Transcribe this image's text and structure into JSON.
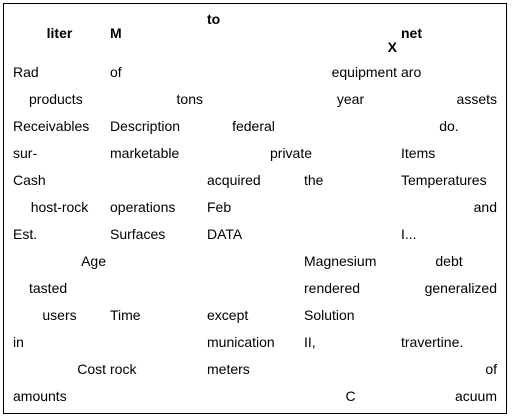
{
  "table": {
    "headers": [
      "liter",
      "M",
      "to",
      "X",
      "net"
    ],
    "rows": [
      [
        "Rad",
        "of",
        "",
        "equipment",
        "aro"
      ],
      [
        "products",
        "tons",
        "",
        "year",
        "assets"
      ],
      [
        "Receivables",
        "Description",
        "federal",
        "",
        "do."
      ],
      [
        "sur-",
        "marketable",
        "",
        "private",
        "Items"
      ],
      [
        "Cash",
        "",
        "acquired",
        "the",
        "Temperatures"
      ],
      [
        "host-rock",
        "operations",
        "Feb",
        "",
        "and"
      ],
      [
        "Est.",
        "Surfaces",
        "DATA",
        "",
        "I..."
      ],
      [
        "Age",
        "",
        "",
        "Magnesium",
        "debt"
      ],
      [
        "tasted",
        "",
        "",
        "rendered",
        "generalized"
      ],
      [
        "users",
        "Time",
        "except",
        "Solution",
        ""
      ],
      [
        "in",
        "",
        "munication",
        "II,",
        "travertine."
      ],
      [
        "Cost",
        "rock",
        "meters",
        "",
        "of"
      ],
      [
        "amounts",
        "",
        "",
        "C",
        "acuum"
      ]
    ]
  }
}
